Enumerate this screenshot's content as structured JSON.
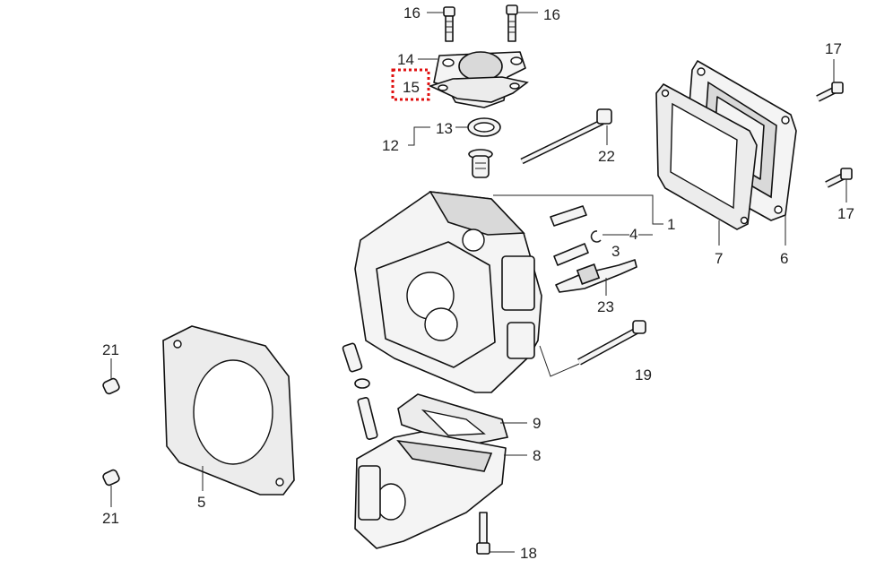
{
  "callouts": {
    "c1": "1",
    "c3": "3",
    "c4": "4",
    "c5": "5",
    "c6": "6",
    "c7": "7",
    "c8": "8",
    "c9": "9",
    "c12": "12",
    "c13": "13",
    "c14": "14",
    "c15": "15",
    "c16a": "16",
    "c16b": "16",
    "c17a": "17",
    "c17b": "17",
    "c18": "18",
    "c19": "19",
    "c21a": "21",
    "c21b": "21",
    "c22": "22",
    "c23": "23"
  },
  "highlight": {
    "color": "#e01010",
    "target": "15"
  }
}
